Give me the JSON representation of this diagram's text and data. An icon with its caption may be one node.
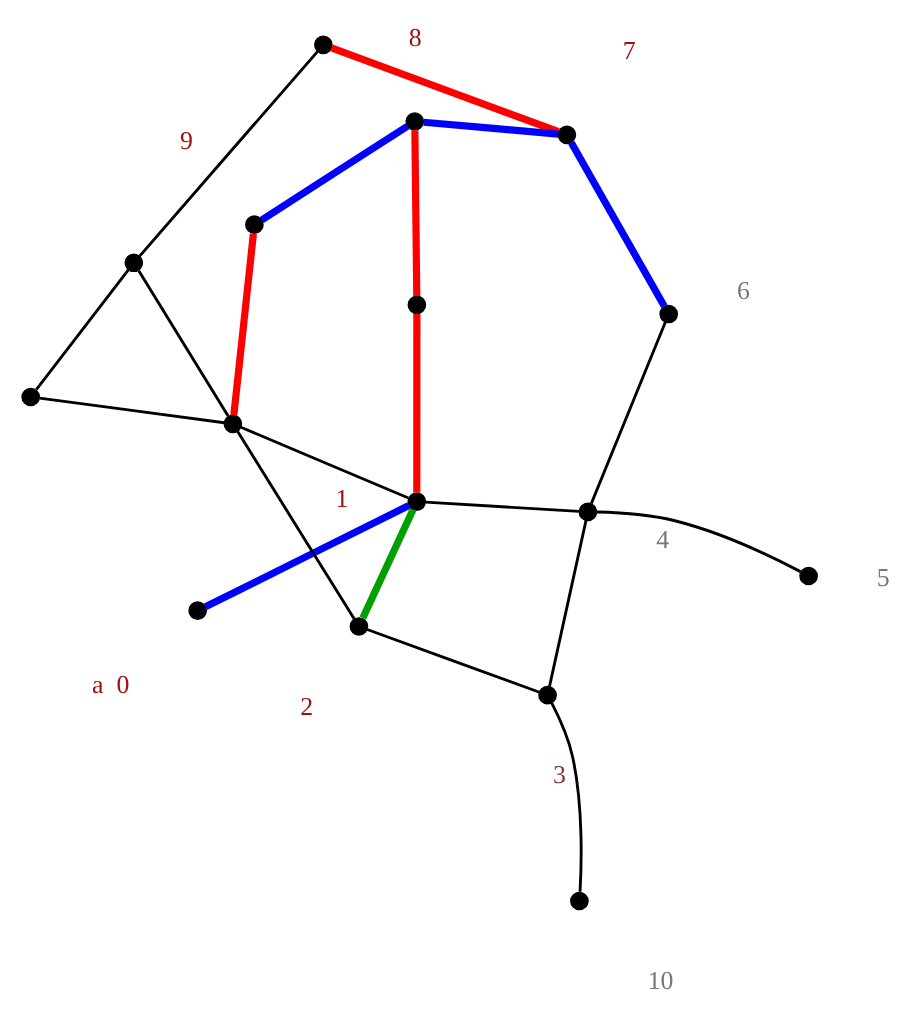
{
  "diagram": {
    "nodes": [
      {
        "text": [],
        "shape": "circle",
        "beside": [
          "a",
          "0"
        ]
      },
      {
        "text": [],
        "shape": "circle",
        "beside": [
          "1"
        ]
      },
      {
        "text": [],
        "shape": "circle",
        "beside": [
          "10"
        ]
      },
      {
        "text": [],
        "shape": "circle",
        "beside": [
          "2"
        ]
      },
      {
        "text": [],
        "shape": "circle",
        "beside": [
          "4"
        ]
      },
      {
        "text": [],
        "shape": "circle"
      },
      {
        "text": [],
        "shape": "circle",
        "beside": [
          "3"
        ]
      },
      {
        "text": [],
        "shape": "circle",
        "beside": [
          "6"
        ]
      },
      {
        "text": [],
        "shape": "circle"
      },
      {
        "text": [],
        "shape": "circle",
        "beside": [
          "5"
        ]
      },
      {
        "text": [],
        "shape": "circle"
      },
      {
        "text": [],
        "shape": "circle"
      },
      {
        "text": [],
        "shape": "circle",
        "beside": [
          "7"
        ]
      },
      {
        "text": [],
        "shape": "circle"
      },
      {
        "text": [],
        "shape": "circle",
        "beside": [
          "8"
        ]
      },
      {
        "text": [],
        "shape": "circle",
        "beside": [
          "9"
        ]
      }
    ],
    "edges": [
      {
        "from": 0,
        "to": 1,
        "arrow": "none",
        "style": "thick",
        "color": "#0000ff"
      },
      {
        "from": 5,
        "to": 1,
        "arrow": "none",
        "style": "thick",
        "color": "#ff0000"
      },
      {
        "from": 5,
        "to": 14,
        "arrow": "none",
        "style": "thick",
        "color": "#ff0000"
      },
      {
        "from": 1,
        "to": 3,
        "arrow": "none",
        "style": "thick",
        "color": "#00a000"
      },
      {
        "from": 1,
        "to": 10,
        "arrow": "none"
      },
      {
        "from": 3,
        "to": 10,
        "arrow": "none"
      },
      {
        "from": 1,
        "to": 4,
        "arrow": "none"
      },
      {
        "from": 7,
        "to": 4,
        "arrow": "none"
      },
      {
        "from": 4,
        "to": 6,
        "arrow": "none"
      },
      {
        "from": 4,
        "to": 9,
        "arrow": "none"
      },
      {
        "from": 6,
        "to": 3,
        "arrow": "none"
      },
      {
        "from": 2,
        "to": 6,
        "arrow": "none"
      },
      {
        "from": 7,
        "to": 12,
        "arrow": "none",
        "style": "thick",
        "color": "#0000ff"
      },
      {
        "from": 8,
        "to": 12,
        "arrow": "none",
        "style": "thick",
        "color": "#ff0000"
      },
      {
        "from": 12,
        "to": 14,
        "arrow": "none",
        "style": "thick",
        "color": "#0000ff"
      },
      {
        "from": 14,
        "to": 15,
        "arrow": "none",
        "style": "thick",
        "color": "#0000ff"
      },
      {
        "from": 15,
        "to": 10,
        "arrow": "none",
        "style": "thick",
        "color": "#ff0000"
      },
      {
        "from": 8,
        "to": 11,
        "arrow": "none"
      },
      {
        "from": 10,
        "to": 11,
        "arrow": "none"
      },
      {
        "from": 11,
        "to": 13,
        "arrow": "none"
      },
      {
        "from": 10,
        "to": 13,
        "arrow": "none"
      }
    ]
  }
}
